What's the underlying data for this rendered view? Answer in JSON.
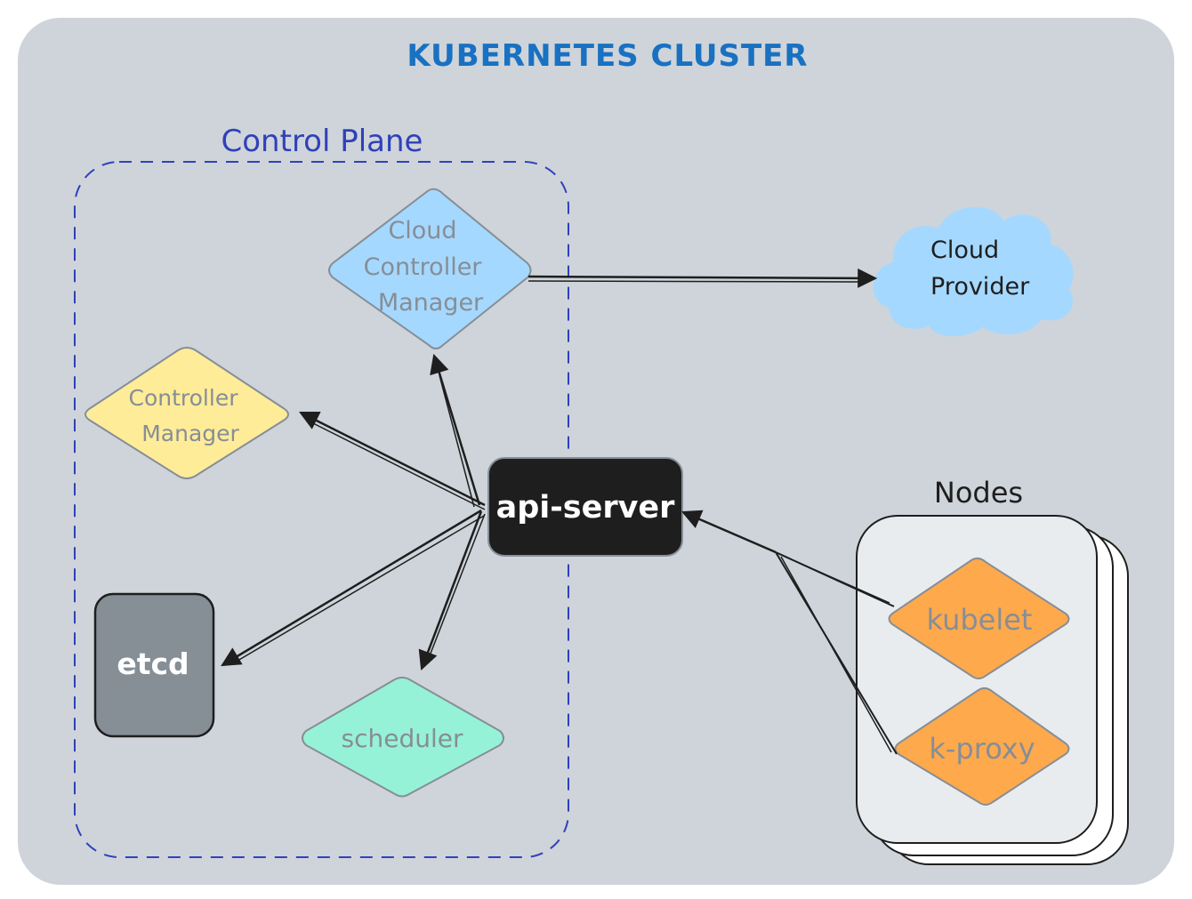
{
  "cluster": {
    "title": "KUBERNETES CLUSTER"
  },
  "control_plane": {
    "title": "Control Plane",
    "cloud_controller_manager": {
      "line1": "Cloud",
      "line2": "Controller",
      "line3": "Manager"
    },
    "controller_manager": {
      "line1": "Controller",
      "line2": "Manager"
    },
    "api_server": {
      "label": "api-server"
    },
    "etcd": {
      "label": "etcd"
    },
    "scheduler": {
      "label": "scheduler"
    }
  },
  "cloud_provider": {
    "line1": "Cloud",
    "line2": "Provider"
  },
  "nodes": {
    "title": "Nodes",
    "kubelet": {
      "label": "kubelet"
    },
    "k_proxy": {
      "label": "k-proxy"
    }
  },
  "colors": {
    "cluster_bg": "#ced4da",
    "cluster_title": "#1971c2",
    "control_plane_title": "#3041b8",
    "control_plane_border": "#3041b8",
    "cloud_controller_fill": "#a5d8ff",
    "controller_manager_fill": "#ffec99",
    "api_server_fill": "#1e1e1e",
    "etcd_fill": "#868e96",
    "scheduler_fill": "#96f2d7",
    "cloud_provider_fill": "#a5d8ff",
    "nodes_fill": "#e9ecef",
    "node_component_fill": "#ffa94d",
    "shape_text": "#868e96",
    "arrow": "#1e1e1e"
  }
}
